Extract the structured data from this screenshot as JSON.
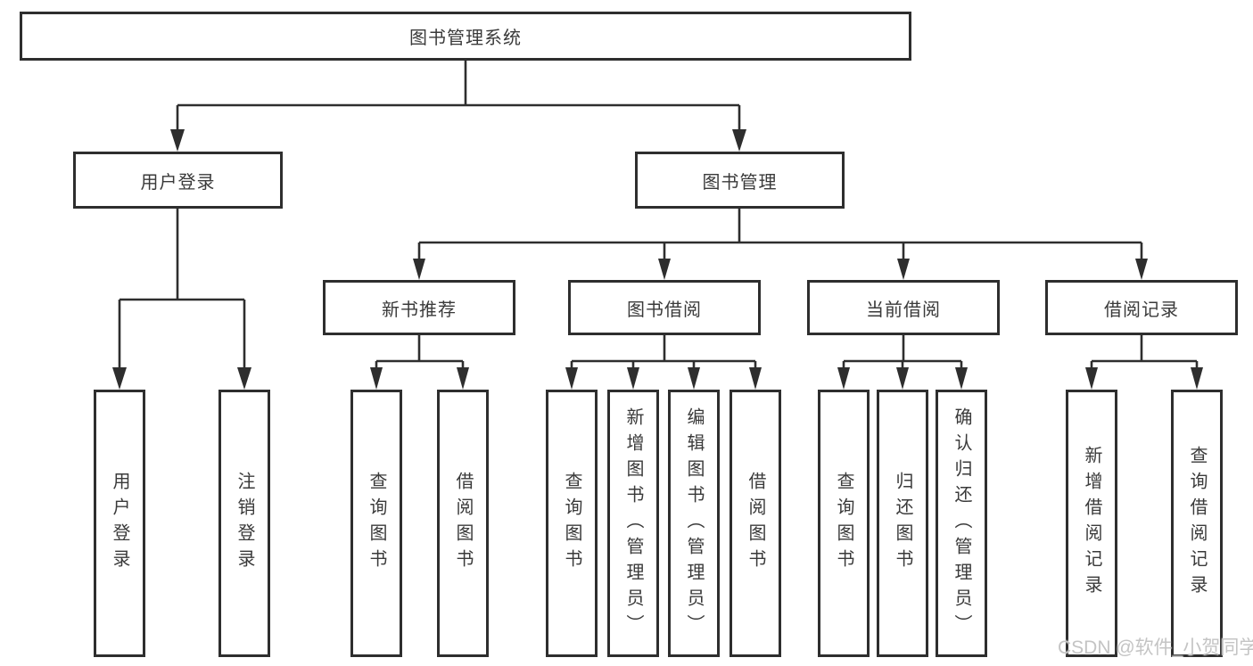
{
  "colors": {
    "line": "#2e2e2e",
    "text": "#3a3a3a",
    "background": "#ffffff",
    "watermark": "#c4c4c4"
  },
  "watermark": {
    "text": "CSDN @软件_小贺同学"
  },
  "tree": {
    "label": "图书管理系统",
    "children": [
      {
        "label": "用户登录",
        "children": [
          {
            "label": "用户登录"
          },
          {
            "label": "注销登录"
          }
        ]
      },
      {
        "label": "图书管理",
        "children": [
          {
            "label": "新书推荐",
            "children": [
              {
                "label": "查询图书"
              },
              {
                "label": "借阅图书"
              }
            ]
          },
          {
            "label": "图书借阅",
            "children": [
              {
                "label": "查询图书"
              },
              {
                "label": "新增图书（管理员）"
              },
              {
                "label": "编辑图书（管理员）"
              },
              {
                "label": "借阅图书"
              }
            ]
          },
          {
            "label": "当前借阅",
            "children": [
              {
                "label": "查询图书"
              },
              {
                "label": "归还图书"
              },
              {
                "label": "确认归还（管理员）"
              }
            ]
          },
          {
            "label": "借阅记录",
            "children": [
              {
                "label": "新增借阅记录"
              },
              {
                "label": "查询借阅记录"
              }
            ]
          }
        ]
      }
    ]
  }
}
